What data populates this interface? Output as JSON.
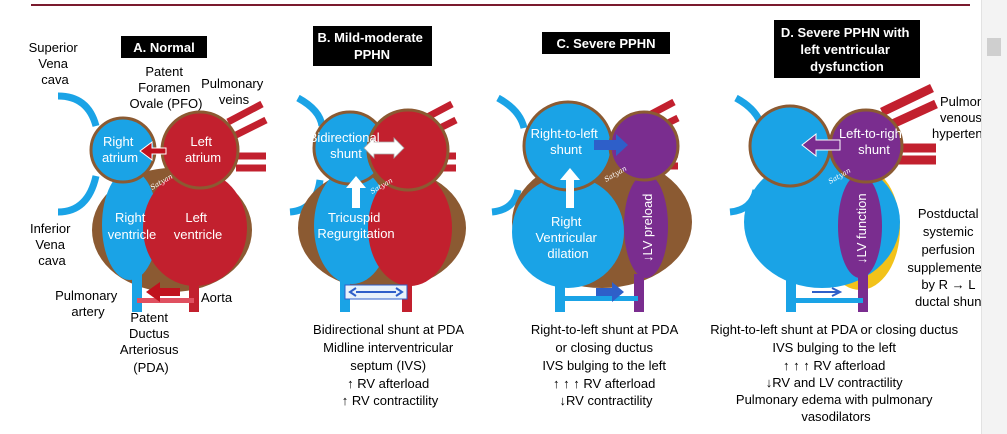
{
  "colors": {
    "blue": "#1aa3e6",
    "red": "#c2202e",
    "brown": "#8b5a32",
    "purple": "#7a2d8f",
    "yellow": "#f2c21a",
    "dark_blue_arrow": "#2e5fc9",
    "red_arrow": "#c0121e"
  },
  "panels": [
    {
      "title": [
        "A. Normal"
      ]
    },
    {
      "title": [
        "B. Mild-moderate",
        "PPHN"
      ]
    },
    {
      "title": [
        "C. Severe PPHN"
      ]
    },
    {
      "title": [
        "D. Severe PPHN with",
        "left ventricular",
        "dysfunction"
      ]
    }
  ],
  "labels": {
    "svc": [
      "Superior",
      "Vena",
      "cava"
    ],
    "pfo": [
      "Patent",
      "Foramen",
      "Ovale (PFO)"
    ],
    "pulm_veins": [
      "Pulmonary",
      "veins"
    ],
    "ivc": [
      "Inferior",
      "Vena",
      "cava"
    ],
    "pulm_artery": [
      "Pulmonary",
      "artery"
    ],
    "aorta": "Aorta",
    "pda": [
      "Patent",
      "Ductus",
      "Arteriosus",
      "(PDA)"
    ],
    "ra": [
      "Right",
      "atrium"
    ],
    "la": [
      "Left",
      "atrium"
    ],
    "rv": [
      "Right",
      "ventricle"
    ],
    "lv": [
      "Left",
      "ventricle"
    ],
    "signature": "Satyan",
    "b_shunt": [
      "Bidirectional",
      "shunt"
    ],
    "b_tricuspid": [
      "Tricuspid",
      "Regurgitation"
    ],
    "c_shunt": [
      "Right-to-left",
      "shunt"
    ],
    "c_rv": [
      "Right",
      "Ventricular",
      "dilation"
    ],
    "c_lv": "↓LV preload",
    "d_shunt": [
      "Left-to-right",
      "shunt"
    ],
    "d_lv": "↓LV function",
    "d_pvh": [
      "Pulmonary",
      "venous",
      "hypertension"
    ],
    "d_postductal": [
      "Postductal",
      "systemic",
      "perfusion",
      "supplemented",
      "by R → L",
      "ductal shunt"
    ]
  },
  "captions": {
    "b": [
      "Bidirectional shunt at PDA",
      "Midline interventricular",
      "septum (IVS)",
      "↑ RV afterload",
      "↑ RV contractility"
    ],
    "c": [
      "Right-to-left shunt at PDA",
      "or closing ductus",
      "IVS bulging to the left",
      "↑ ↑ ↑ RV afterload",
      "↓RV contractility"
    ],
    "d": [
      "Right-to-left shunt at PDA or closing ductus",
      "IVS bulging to the left",
      "↑ ↑ ↑ RV afterload",
      "↓RV and LV contractility",
      "Pulmonary edema with pulmonary",
      "vasodilators"
    ]
  }
}
